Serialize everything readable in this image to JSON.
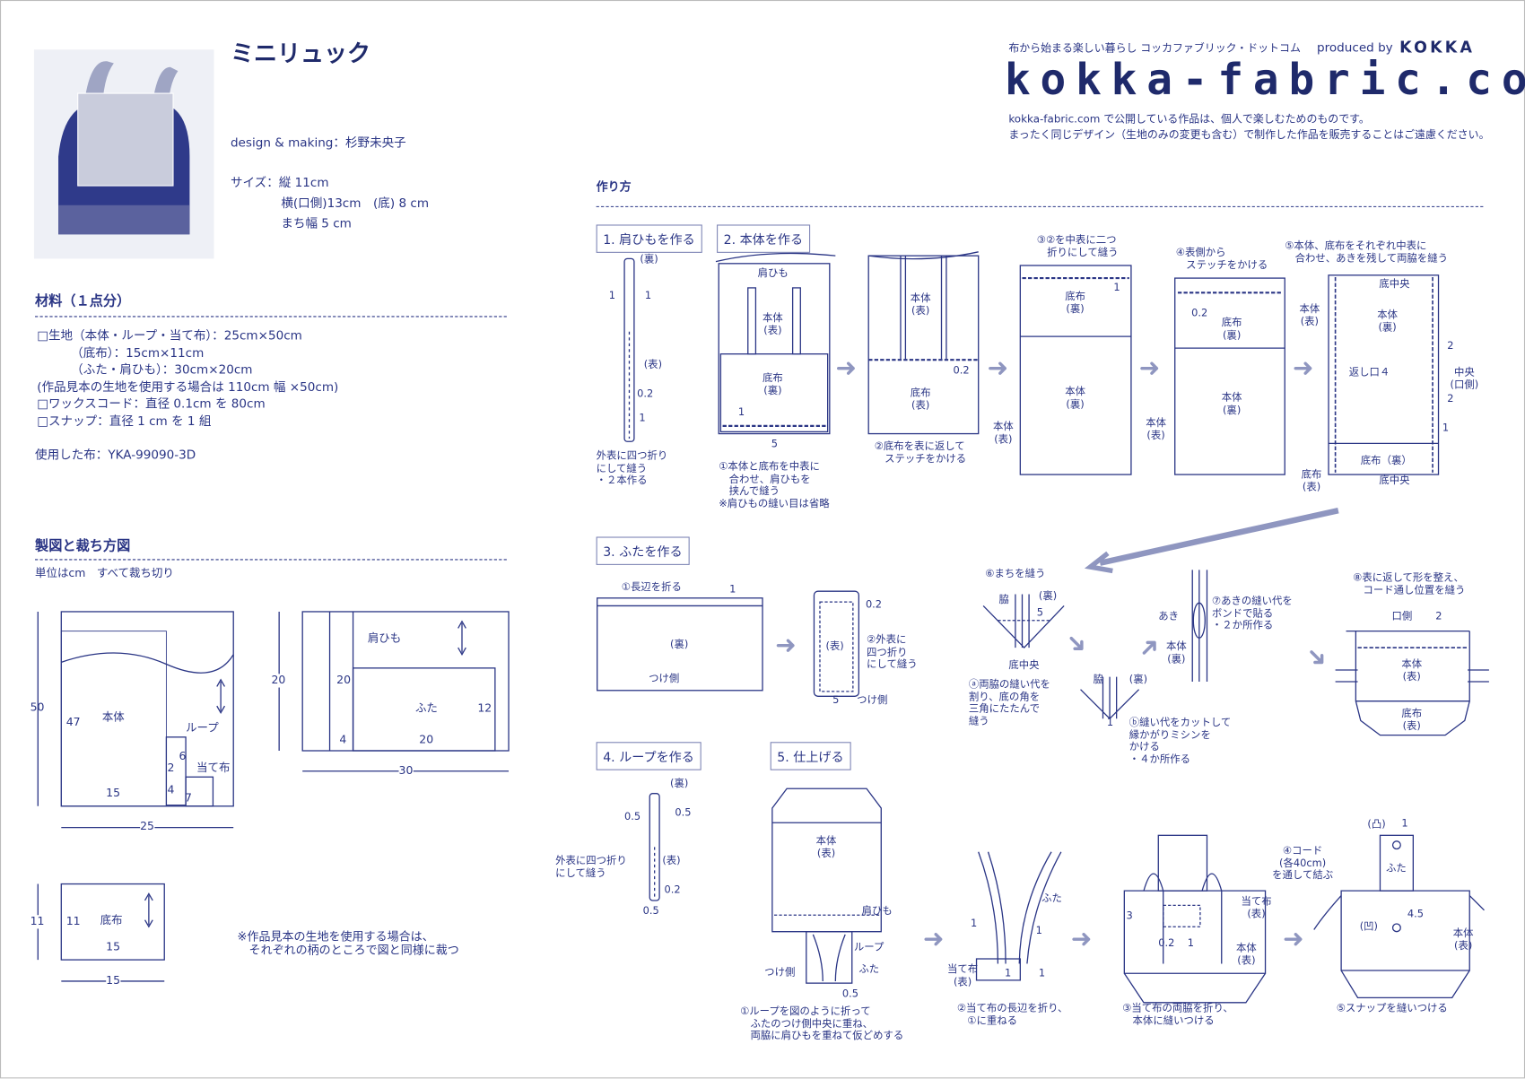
{
  "header": {
    "tagline": "布から始まる楽しい暮らし コッカファブリック・ドットコム",
    "produced_by": "produced by",
    "brand": "KOKKA",
    "logo": "kokka-fabric.com",
    "notice1": "kokka-fabric.com で公開している作品は、個人で楽しむためのものです。",
    "notice2": "まったく同じデザイン（生地のみの変更も含む）で制作した作品を販売することはご遠慮ください。"
  },
  "title": "ミニリュック",
  "designer": "design & making：杉野未央子",
  "size": {
    "label": "サイズ：縦 11cm",
    "v2": "横(口側)13cm　(底) 8 cm",
    "v3": "まち幅 5 cm"
  },
  "materials": {
    "heading": "材料（１点分）",
    "items": [
      "□生地（本体・ループ・当て布）：25cm×50cm",
      "（底布）：15cm×11cm",
      "（ふた・肩ひも）：30cm×20cm",
      "(作品見本の生地を使用する場合は 110cm 幅 ×50cm)",
      "□ワックスコード：直径 0.1cm を 80cm",
      "□スナップ：直径 1 cm を 1 組"
    ],
    "used_fabric": "使用した布：YKA-99090-3D"
  },
  "cutting": {
    "heading": "製図と裁ち方図",
    "unit_note": "単位はcm　すべて裁ち切り",
    "note": "※作品見本の生地を使用する場合は、\n　それぞれの柄のところで図と同様に裁つ",
    "body": {
      "h50": "50",
      "h47": "47",
      "name": "本体",
      "loop": "ループ",
      "d6": "6",
      "d2": "2",
      "patch": "当て布",
      "d4": "4",
      "d7": "7",
      "w15": "15",
      "w25": "25"
    },
    "strap": {
      "name": "肩ひも",
      "h20": "20",
      "h20b": "20",
      "lid": "ふた",
      "d12": "12",
      "d4": "4",
      "w20": "20",
      "w30": "30"
    },
    "bottom": {
      "h11": "11",
      "h11b": "11",
      "name": "底布",
      "w15": "15",
      "w15b": "15"
    }
  },
  "howto": {
    "heading": "作り方",
    "steps": [
      "1. 肩ひもを作る",
      "2. 本体を作る",
      "3. ふたを作る",
      "4. ループを作る",
      "5. 仕上げる"
    ],
    "s1": [
      "(裏)",
      "1",
      "1",
      "(表)",
      "0.2",
      "1",
      "外表に四つ折り\nにして縫う\n・２本作る"
    ],
    "s2a": [
      "肩ひも",
      "本体\n(表)",
      "底布\n(裏)",
      "1",
      "5",
      "①本体と底布を中表に\n　合わせ、肩ひもを\n　挟んで縫う\n※肩ひもの縫い目は省略"
    ],
    "s2b": [
      "本体\n(表)",
      "0.2",
      "底布\n(表)",
      "②底布を表に返して\n　ステッチをかける"
    ],
    "s2c": [
      "③②を中表に二つ\n　折りにして縫う",
      "1",
      "底布\n(裏)",
      "本体\n(裏)",
      "本体\n(表)"
    ],
    "s2d": [
      "④表側から\n　ステッチをかける",
      "0.2",
      "底布\n(裏)",
      "本体\n(裏)",
      "本体\n(表)"
    ],
    "s2e": [
      "⑤本体、底布をそれぞれ中表に\n　合わせ、あきを残して両脇を縫う",
      "底中央",
      "本体\n(表)",
      "本体\n(裏)",
      "返し口４",
      "2",
      "中央\n(口側)",
      "2",
      "1",
      "底布（裏）",
      "底布\n(表)",
      "底中央"
    ],
    "s3a": [
      "①長辺を折る",
      "1",
      "(裏)",
      "つけ側"
    ],
    "s3b": [
      "0.2",
      "(表)",
      "②外表に\n四つ折り\nにして縫う",
      "5",
      "つけ側"
    ],
    "s3c": [
      "⑥まちを縫う",
      "脇",
      "(裏)",
      "5",
      "底中央",
      "ⓐ両脇の縫い代を\n割り、底の角を\n三角にたたんで\n縫う",
      "脇",
      "(裏)",
      "1",
      "ⓑ縫い代をカットして\n縁かがりミシンを\nかける\n・４か所作る"
    ],
    "s3d": [
      "⑦あきの縫い代を\nボンドで貼る\n・２か所作る",
      "あき",
      "本体\n(裏)"
    ],
    "s3e": [
      "⑧表に返して形を整え、\n　コード通し位置を縫う",
      "口側",
      "2",
      "本体\n(表)",
      "底布\n(表)"
    ],
    "s4": [
      "(裏)",
      "0.5",
      "0.5",
      "外表に四つ折り\nにして縫う",
      "(表)",
      "0.2",
      "0.5"
    ],
    "s5a": [
      "本体\n(表)",
      "肩ひも",
      "ループ",
      "ふた",
      "つけ側",
      "0.5",
      "①ループを図のように折って\n　ふたのつけ側中央に重ね、\n　両脇に肩ひもを重ねて仮どめする"
    ],
    "s5b": [
      "ふた",
      "1",
      "1",
      "当て布\n(表)",
      "1",
      "1",
      "②当て布の長辺を折り、\n　①に重ねる"
    ],
    "s5c": [
      "当て布\n(表)",
      "3",
      "0.2",
      "1",
      "本体\n(表)",
      "③当て布の両脇を折り、\n　本体に縫いつける"
    ],
    "s5d": [
      "(凸)",
      "1",
      "④コード\n(各40cm)\nを通して結ぶ",
      "ふた",
      "4.5",
      "(凹)",
      "本体\n(表)",
      "⑤スナップを縫いつける"
    ]
  },
  "colors": {
    "ink": "#2a3585",
    "arrow": "#8f96c0"
  }
}
